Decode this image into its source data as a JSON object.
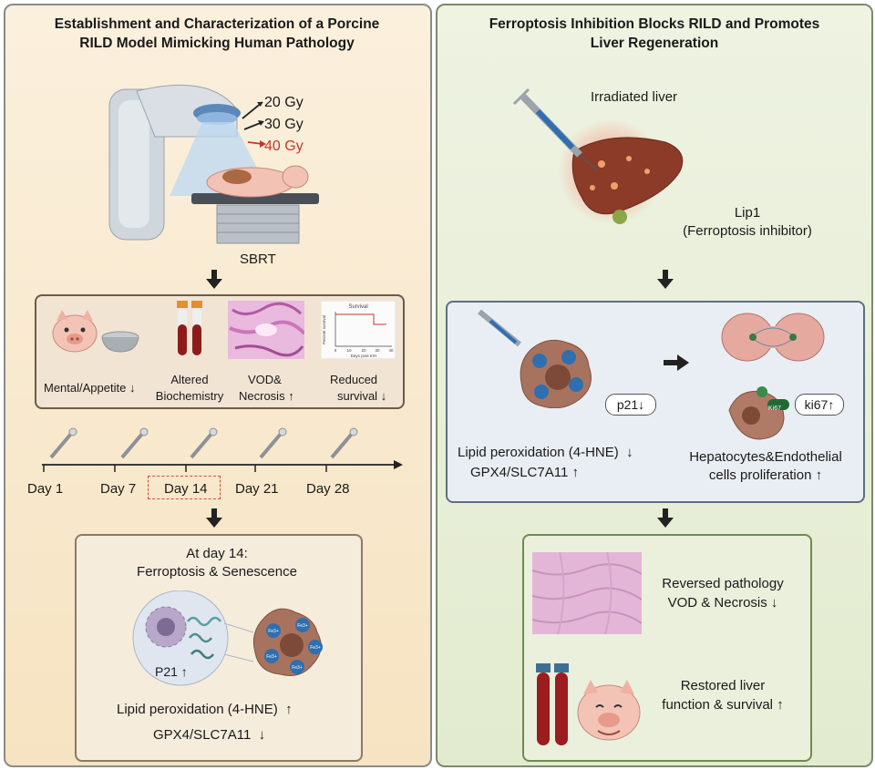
{
  "left": {
    "title_line1": "Establishment and Characterization of a Porcine",
    "title_line2": "RILD Model Mimicking Human Pathology",
    "doses": [
      "20 Gy",
      "30 Gy",
      "40 Gy"
    ],
    "sbrt_label": "SBRT",
    "symptoms": {
      "mental": "Mental/Appetite",
      "altered_line1": "Altered",
      "altered_line2": "Biochemistry",
      "vod_line1": "VOD&",
      "vod_line2": "Necrosis",
      "reduced_line1": "Reduced",
      "reduced_line2": "survival",
      "survival_chart_title": "Survival",
      "survival_chart_ylabel": "Percent survival",
      "survival_chart_xlabel": "Days post IrrH",
      "survival_chart_xticks": [
        "0",
        "10",
        "20",
        "30",
        "40"
      ]
    },
    "timeline": [
      "Day 1",
      "Day 7",
      "Day 14",
      "Day 21",
      "Day 28"
    ],
    "day14": {
      "title_line1": "At day 14:",
      "title_line2": "Ferroptosis & Senescence",
      "p21": "P21",
      "lipid": "Lipid peroxidation (4-HNE)",
      "gpx": "GPX4/SLC7A11",
      "fe_label": "Fe3+"
    }
  },
  "right": {
    "title_line1": "Ferroptosis Inhibition Blocks RILD and Promotes",
    "title_line2": "Liver Regeneration",
    "irradiated": "Irradiated liver",
    "lip1_line1": "Lip1",
    "lip1_line2": "(Ferroptosis inhibitor)",
    "inhib": {
      "p21": "p21",
      "ki67": "ki67",
      "ki67_tag": "Ki67",
      "lipid": "Lipid peroxidation (4-HNE)",
      "gpx": "GPX4/SLC7A11",
      "hep_line1": "Hepatocytes&Endothelial",
      "hep_line2": "cells proliferation"
    },
    "restore": {
      "rev_line1": "Reversed pathology",
      "rev_line2": "VOD & Necrosis",
      "res_line1": "Restored liver",
      "res_line2": "function & survival"
    }
  },
  "colors": {
    "dose_highlight": "#c0392b",
    "arrow": "#222222",
    "fe_blue": "#2f6fb0",
    "cell_brown": "#a8735e"
  }
}
